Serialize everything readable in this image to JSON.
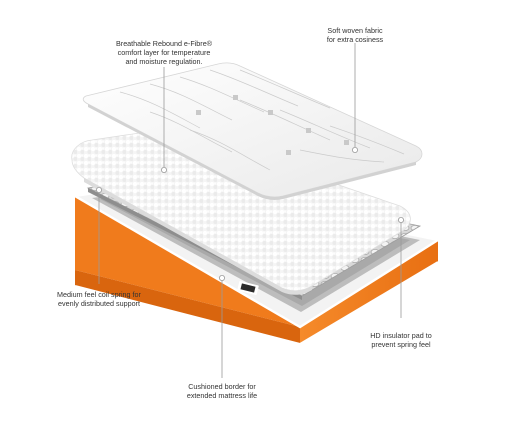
{
  "colors": {
    "border_orange": "#f07b1c",
    "fabric": "#f4f4f4",
    "fibre": "#fafafa",
    "coil_grey": "#b9b9b9",
    "leader_line": "#9a9a9a"
  },
  "annotations": {
    "fibre_layer": {
      "lines": [
        "Breathable Rebound e-Fibre®",
        "comfort layer for temperature",
        "and moisture regulation."
      ]
    },
    "woven_fabric": {
      "lines": [
        "Soft woven fabric",
        "for extra cosiness"
      ]
    },
    "coil_spring": {
      "lines": [
        "Medium feel coil spring for",
        "evenly distributed support"
      ]
    },
    "insulator_pad": {
      "lines": [
        "HD insulator pad to",
        "prevent spring feel"
      ]
    },
    "cushioned_border": {
      "lines": [
        "Cushioned border for",
        "extended mattress life"
      ]
    }
  }
}
